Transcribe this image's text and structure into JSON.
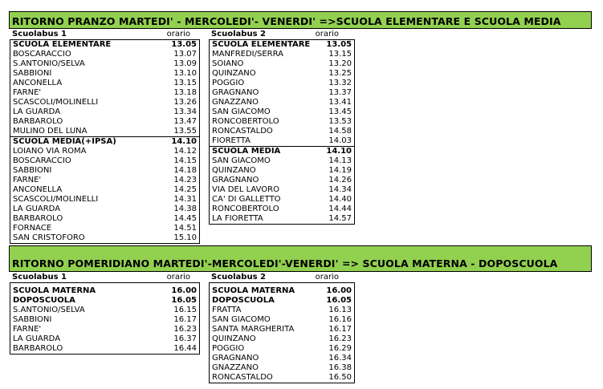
{
  "section1": {
    "title": "RITORNO PRANZO MARTEDI' - MERCOLEDI'- VENERDI' =>SCUOLA ELEMENTARE E SCUOLA MEDIA",
    "bus1": {
      "name": "Scuolabus 1",
      "orario": "orario",
      "groups": [
        {
          "rows": [
            {
              "stop": "SCUOLA ELEMENTARE",
              "time": "13.05",
              "bold": true
            },
            {
              "stop": "BOSCARACCIO",
              "time": "13.07"
            },
            {
              "stop": "S.ANTONIO/SELVA",
              "time": "13.09"
            },
            {
              "stop": "SABBIONI",
              "time": "13.10"
            },
            {
              "stop": "ANCONELLA",
              "time": "13.15"
            },
            {
              "stop": "FARNE'",
              "time": "13.18"
            },
            {
              "stop": "SCASCOLI/MOLINELLI",
              "time": "13.26"
            },
            {
              "stop": "LA GUARDA",
              "time": "13.34"
            },
            {
              "stop": "BARBAROLO",
              "time": "13.47"
            },
            {
              "stop": "MULINO DEL LUNA",
              "time": "13.55"
            }
          ]
        },
        {
          "rows": [
            {
              "stop": "SCUOLA MEDIA(+IPSA)",
              "time": "14.10",
              "bold": true
            },
            {
              "stop": "LOIANO VIA ROMA",
              "time": "14.12"
            },
            {
              "stop": "BOSCARACCIO",
              "time": "14.15"
            },
            {
              "stop": "SABBIONI",
              "time": "14.18"
            },
            {
              "stop": "FARNE'",
              "time": "14.23"
            },
            {
              "stop": "ANCONELLA",
              "time": "14.25"
            },
            {
              "stop": "SCASCOLI/MOLINELLI",
              "time": "14.31"
            },
            {
              "stop": "LA GUARDA",
              "time": "14.38"
            },
            {
              "stop": "BARBAROLO",
              "time": "14.45"
            },
            {
              "stop": "FORNACE",
              "time": "14.51"
            },
            {
              "stop": "SAN CRISTOFORO",
              "time": "15.10"
            }
          ]
        }
      ]
    },
    "bus2": {
      "name": "Scuolabus 2",
      "orario": "orario",
      "groups": [
        {
          "rows": [
            {
              "stop": "SCUOLA ELEMENTARE",
              "time": "13.05",
              "bold": true
            },
            {
              "stop": "MANFREDI/SERRA",
              "time": "13.15"
            },
            {
              "stop": "SOIANO",
              "time": "13.20"
            },
            {
              "stop": "QUINZANO",
              "time": "13.25"
            },
            {
              "stop": "POGGIO",
              "time": "13.32"
            },
            {
              "stop": "GRAGNANO",
              "time": "13.37"
            },
            {
              "stop": "GNAZZANO",
              "time": "13.41"
            },
            {
              "stop": "SAN GIACOMO",
              "time": "13.45"
            },
            {
              "stop": "RONCOBERTOLO",
              "time": "13.53"
            },
            {
              "stop": "RONCASTALDO",
              "time": "14.58"
            },
            {
              "stop": "FIORETTA",
              "time": "14.03"
            }
          ]
        },
        {
          "rows": [
            {
              "stop": "SCUOLA MEDIA",
              "time": "14.10",
              "bold": true
            },
            {
              "stop": "SAN GIACOMO",
              "time": "14.13"
            },
            {
              "stop": "QUINZANO",
              "time": "14.19"
            },
            {
              "stop": "GRAGNANO",
              "time": "14.26"
            },
            {
              "stop": "VIA DEL LAVORO",
              "time": "14.34"
            },
            {
              "stop": "CA' DI GALLETTO",
              "time": "14.40"
            },
            {
              "stop": "RONCOBERTOLO",
              "time": "14.44"
            },
            {
              "stop": "LA FIORETTA",
              "time": "14.57"
            }
          ]
        }
      ]
    }
  },
  "section2": {
    "title": "RITORNO POMERIDIANO MARTEDI'-MERCOLEDI'-VENERDI'  => SCUOLA MATERNA - DOPOSCUOLA",
    "bus1": {
      "name": "Scuolabus 1",
      "orario": "orario",
      "rows": [
        {
          "stop": "SCUOLA MATERNA",
          "time": "16.00",
          "bold": true
        },
        {
          "stop": "DOPOSCUOLA",
          "time": "16.05",
          "bold": true
        },
        {
          "stop": "S.ANTONIO/SELVA",
          "time": "16.15"
        },
        {
          "stop": "SABBIONI",
          "time": "16.17"
        },
        {
          "stop": "FARNE'",
          "time": "16.23"
        },
        {
          "stop": "LA GUARDA",
          "time": "16.37"
        },
        {
          "stop": "BARBAROLO",
          "time": "16.44"
        }
      ]
    },
    "bus2": {
      "name": "Scuolabus 2",
      "orario": "orario",
      "rows": [
        {
          "stop": "SCUOLA MATERNA",
          "time": "16.00",
          "bold": true
        },
        {
          "stop": "DOPOSCUOLA",
          "time": "16.05",
          "bold": true
        },
        {
          "stop": "FRATTA",
          "time": "16.13"
        },
        {
          "stop": "SAN GIACOMO",
          "time": "16.16"
        },
        {
          "stop": "SANTA MARGHERITA",
          "time": "16.17"
        },
        {
          "stop": "QUINZANO",
          "time": "16.23"
        },
        {
          "stop": "POGGIO",
          "time": "16.29"
        },
        {
          "stop": "GRAGNANO",
          "time": "16.34"
        },
        {
          "stop": "GNAZZANO",
          "time": "16.38"
        },
        {
          "stop": "RONCASTALDO",
          "time": "16.50"
        }
      ]
    }
  }
}
